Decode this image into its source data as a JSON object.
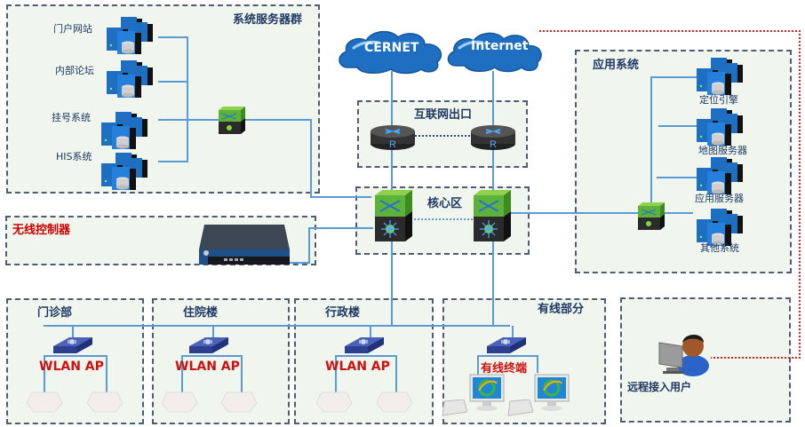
{
  "diagram": {
    "zones": {
      "server_cluster": "系统服务器群",
      "internet_exit": "互联网出口",
      "core": "核心区",
      "app_system": "应用系统",
      "wireless_controller": "无线控制器",
      "outpatient": "门诊部",
      "inpatient": "住院楼",
      "admin": "行政楼",
      "wired": "有线部分"
    },
    "servers": {
      "portal": "门户网站",
      "forum": "内部论坛",
      "registration": "挂号系统",
      "his": "HIS系统"
    },
    "app_servers": {
      "positioning": "定位引擎",
      "map": "地图服务器",
      "app": "应用服务器",
      "other": "其他系统"
    },
    "clouds": {
      "cernet": "CERNET",
      "internet": "Internet"
    },
    "router_letter": "R",
    "wlan_label": "WLAN AP",
    "wired_terminal": "有线终端",
    "remote_user": "远程接入用户",
    "colors": {
      "link": "#5b9bd5",
      "remote_link": "#e02020",
      "zone_border": "#4f5d73",
      "zone_fill": "#f0f6ed",
      "title": "#1f3864",
      "alert_red": "#cc1111"
    }
  }
}
